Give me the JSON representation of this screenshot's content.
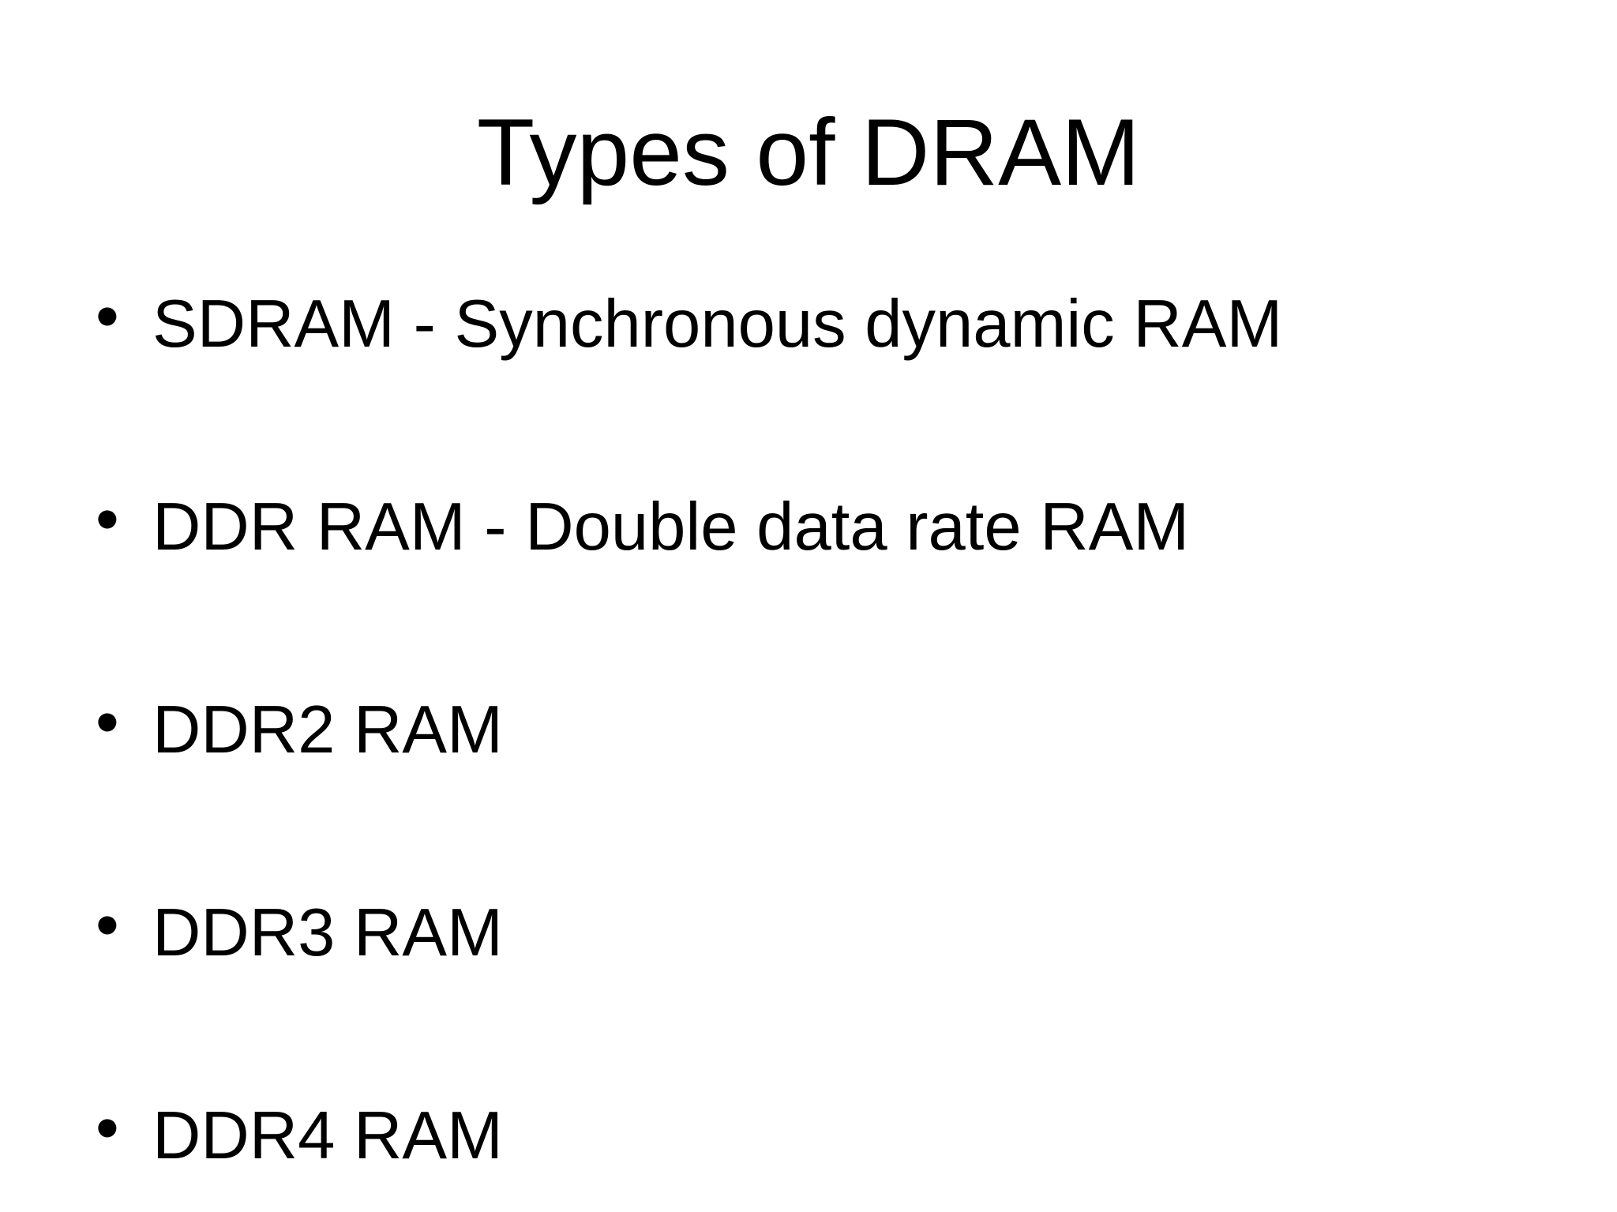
{
  "slide": {
    "title": "Types of DRAM",
    "bullet_char": "•",
    "bullets": [
      "SDRAM - Synchronous dynamic RAM",
      "DDR RAM - Double data rate RAM",
      "DDR2 RAM",
      "DDR3 RAM",
      "DDR4 RAM"
    ],
    "colors": {
      "background": "#ffffff",
      "text": "#000000"
    }
  }
}
